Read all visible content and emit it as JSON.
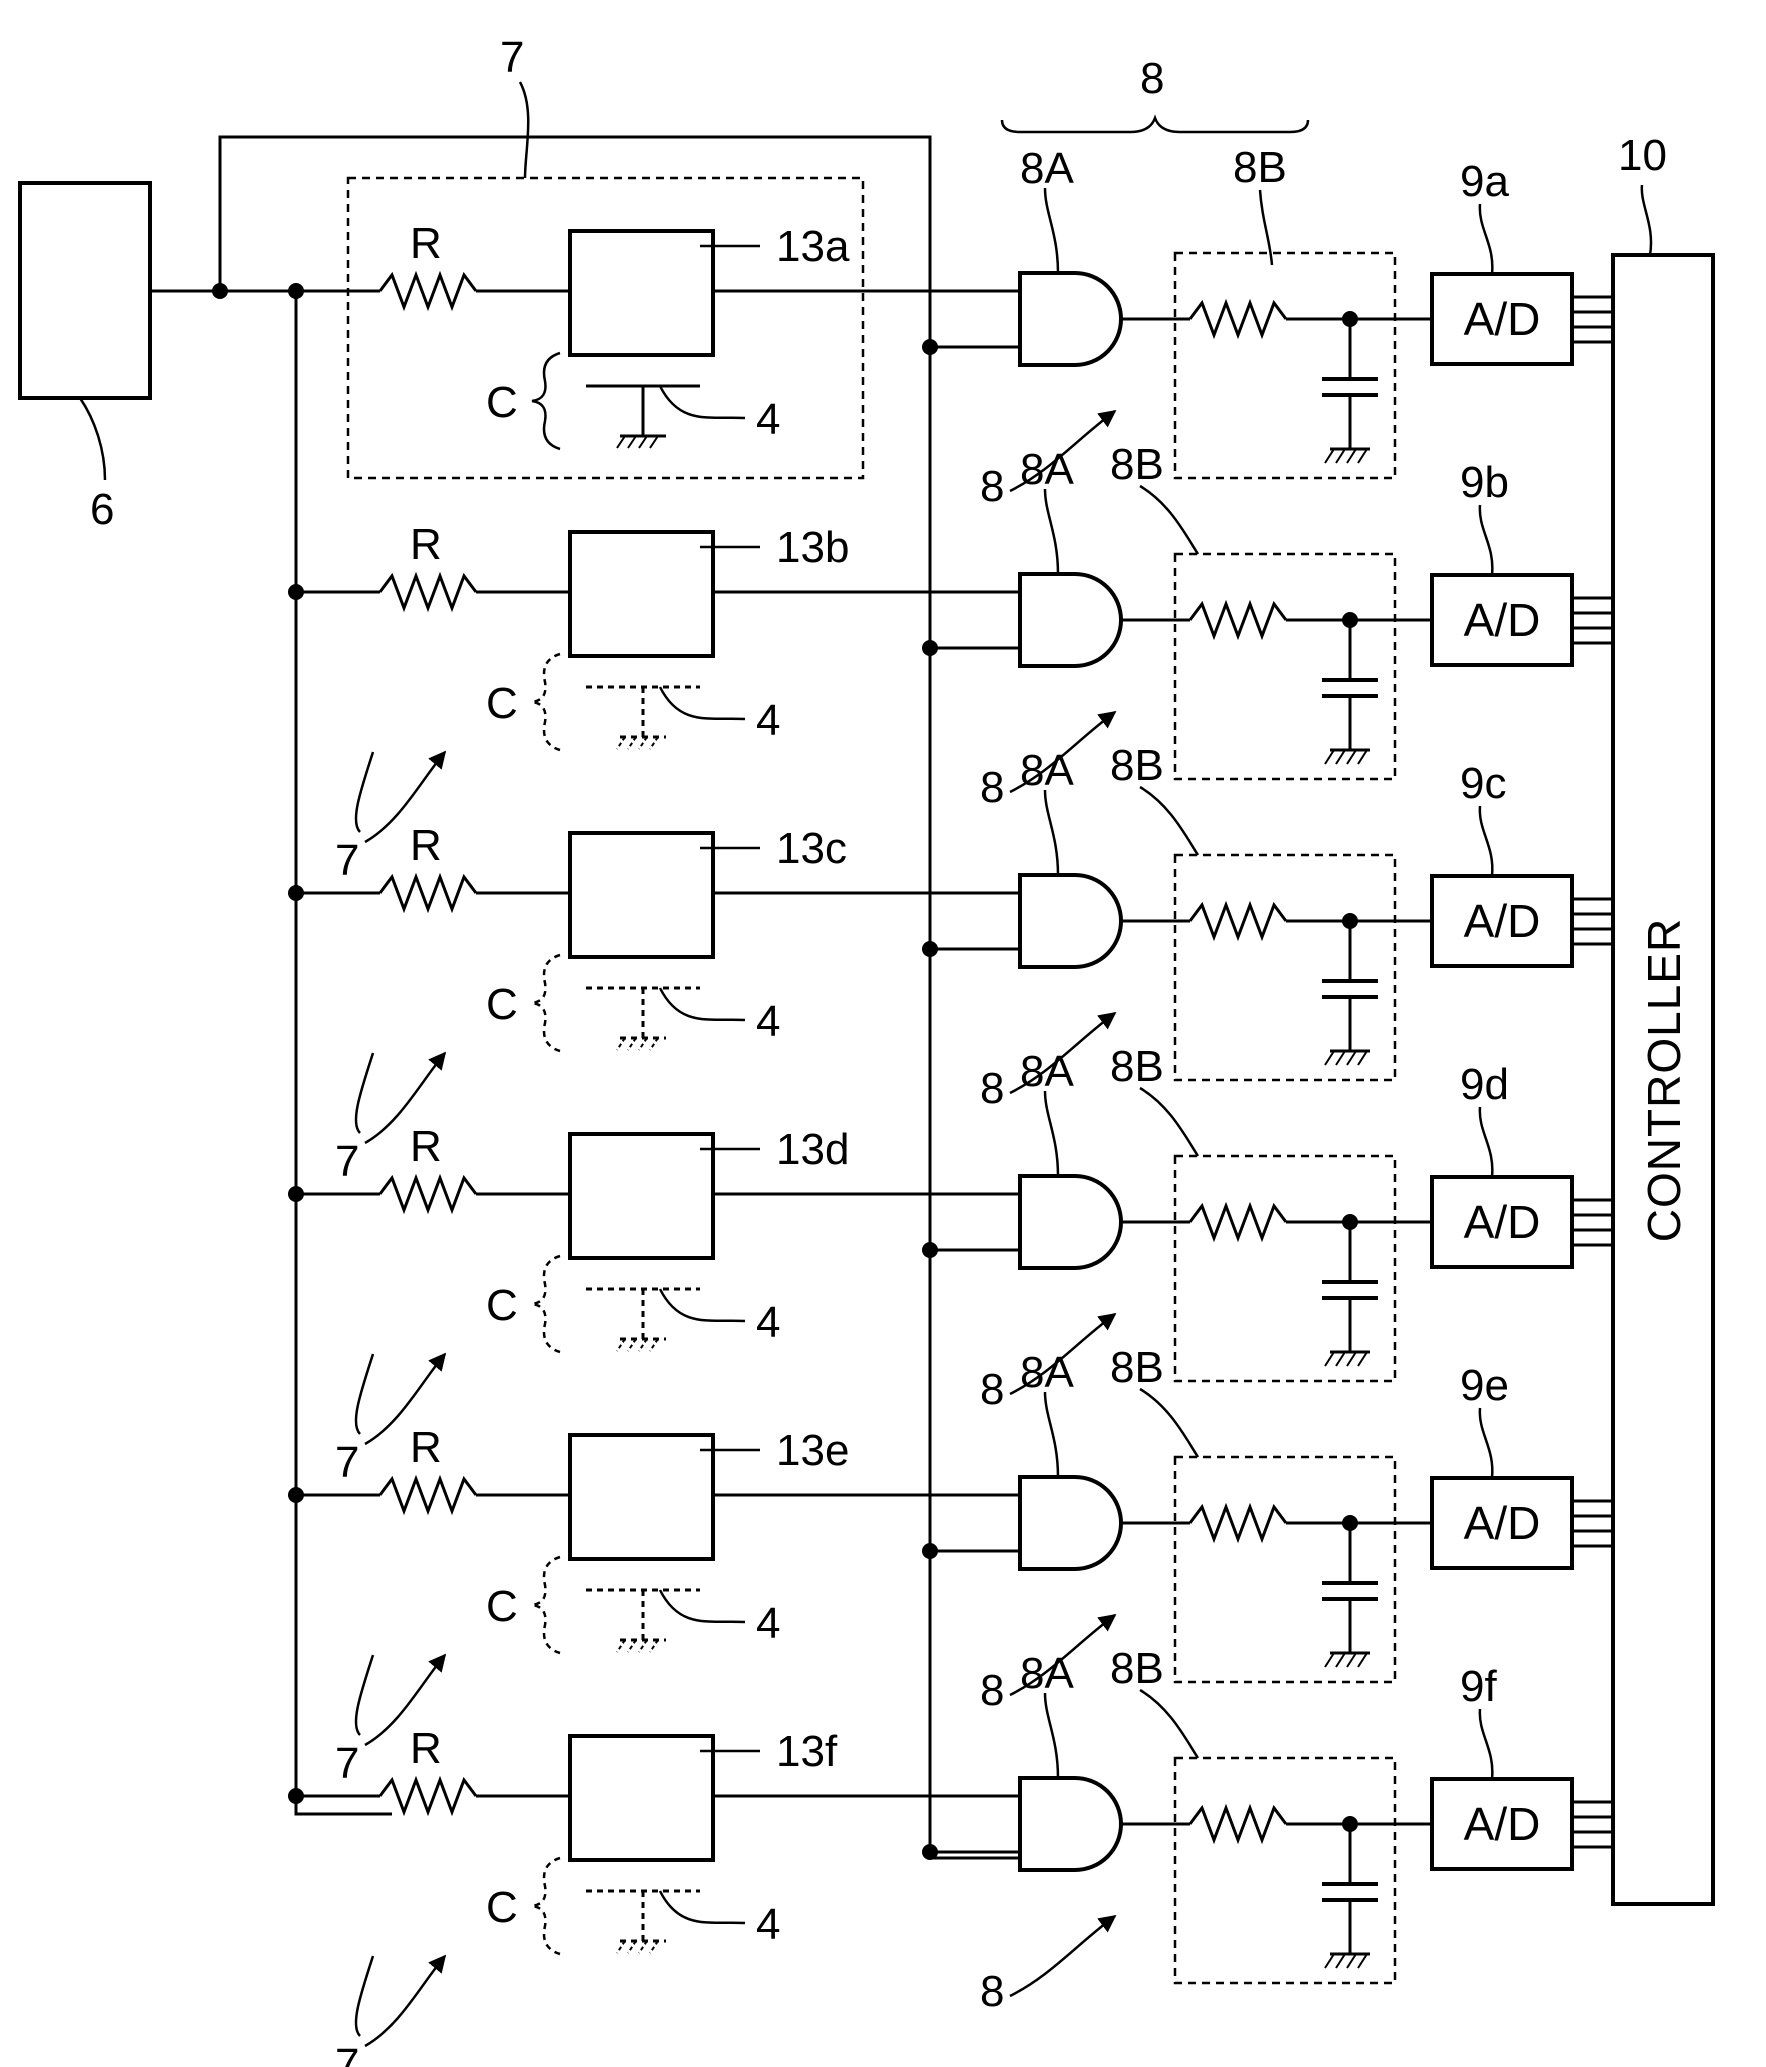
{
  "diagram": {
    "top_labels": {
      "power_source": "6",
      "channel_group": "7",
      "detector_group": "8",
      "and_gate": "8A",
      "filter": "8B",
      "controller_ref": "10"
    },
    "controller_label": "CONTROLLER",
    "resistor_label": "R",
    "capacitance_label": "C",
    "electrode_label": "4",
    "channel_label": "7",
    "detector_label": "8",
    "and_label": "8A",
    "filter_label": "8B",
    "ad_text": "A/D",
    "rows": [
      {
        "sensor": "13a",
        "adc": "9a"
      },
      {
        "sensor": "13b",
        "adc": "9b"
      },
      {
        "sensor": "13c",
        "adc": "9c"
      },
      {
        "sensor": "13d",
        "adc": "9d"
      },
      {
        "sensor": "13e",
        "adc": "9e"
      },
      {
        "sensor": "13f",
        "adc": "9f"
      }
    ]
  }
}
